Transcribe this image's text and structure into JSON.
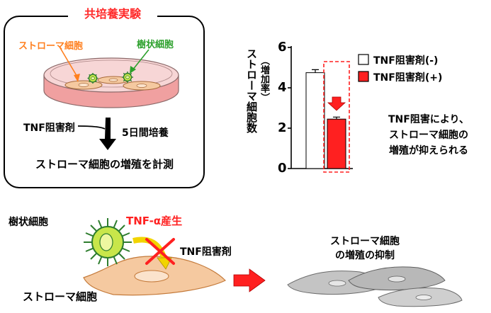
{
  "experiment": {
    "title": "共培養実験",
    "stromal_label": "ストローマ細胞",
    "dendritic_label": "樹状細胞",
    "inhibitor_label": "TNF阻害剤",
    "duration_label": "5日間培養",
    "measure_label": "ストローマ細胞の増殖を計測"
  },
  "chart_data": {
    "type": "bar",
    "categories": [
      "TNF阻害剤(-)",
      "TNF阻害剤(+)"
    ],
    "values": [
      4.75,
      2.45
    ],
    "errors": [
      0.15,
      0.1
    ],
    "colors": [
      "#ffffff",
      "#ff2020"
    ],
    "ylabel_lines": [
      "ストローマ細胞数",
      "（増加率）"
    ],
    "yticks": [
      "0",
      "2",
      "4",
      "6"
    ],
    "ylim": [
      0,
      6
    ],
    "legend": [
      "TNF阻害剤(-)",
      "TNF阻害剤(+)"
    ],
    "annotation_lines": [
      "TNF阻害により、",
      "ストローマ細胞の",
      "増殖が抑えられる"
    ]
  },
  "mechanism": {
    "dendritic_label": "樹状細胞",
    "tnf_label": "TNF-α産生",
    "inhibitor_label": "TNF阻害剤",
    "stromal_label": "ストローマ細胞",
    "result_lines": [
      "ストローマ細胞",
      "の増殖の抑制"
    ]
  },
  "colors": {
    "red": "#ff2020",
    "orange": "#ff7f1e",
    "green": "#2ca02c",
    "cell_yellow_green": "#c8e64a",
    "stromal_fill": "#f5c9a0"
  }
}
